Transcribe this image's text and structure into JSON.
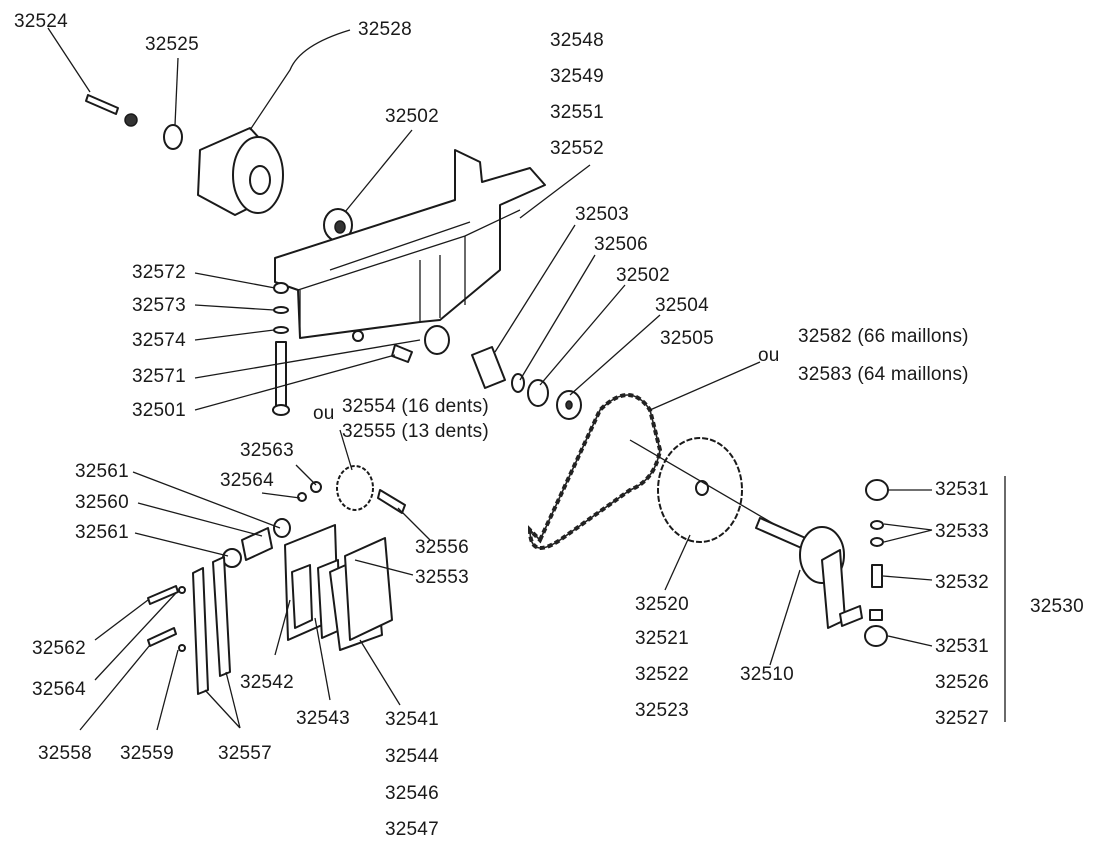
{
  "labels": {
    "l32524": "32524",
    "l32525": "32525",
    "l32528": "32528",
    "l32548": "32548",
    "l32549": "32549",
    "l32551": "32551",
    "l32552": "32552",
    "l32502a": "32502",
    "l32503": "32503",
    "l32506": "32506",
    "l32502b": "32502",
    "l32504": "32504",
    "l32505": "32505",
    "l32572": "32572",
    "l32573": "32573",
    "l32574": "32574",
    "l32571": "32571",
    "l32501": "32501",
    "l32582": "32582 (66 maillons)",
    "l32583": "32583 (64 maillons)",
    "ou1": "ou",
    "ou2": "ou",
    "l32554": "32554 (16 dents)",
    "l32555": "32555 (13 dents)",
    "l32563": "32563",
    "l32564a": "32564",
    "l32561a": "32561",
    "l32560": "32560",
    "l32561b": "32561",
    "l32556": "32556",
    "l32553": "32553",
    "l32531a": "32531",
    "l32533": "32533",
    "l32532": "32532",
    "l32530": "32530",
    "l32531b": "32531",
    "l32526": "32526",
    "l32527": "32527",
    "l32520": "32520",
    "l32521": "32521",
    "l32522": "32522",
    "l32523": "32523",
    "l32510": "32510",
    "l32562": "32562",
    "l32564b": "32564",
    "l32542": "32542",
    "l32543": "32543",
    "l32541": "32541",
    "l32544": "32544",
    "l32546": "32546",
    "l32547": "32547",
    "l32558": "32558",
    "l32559": "32559",
    "l32557": "32557"
  }
}
